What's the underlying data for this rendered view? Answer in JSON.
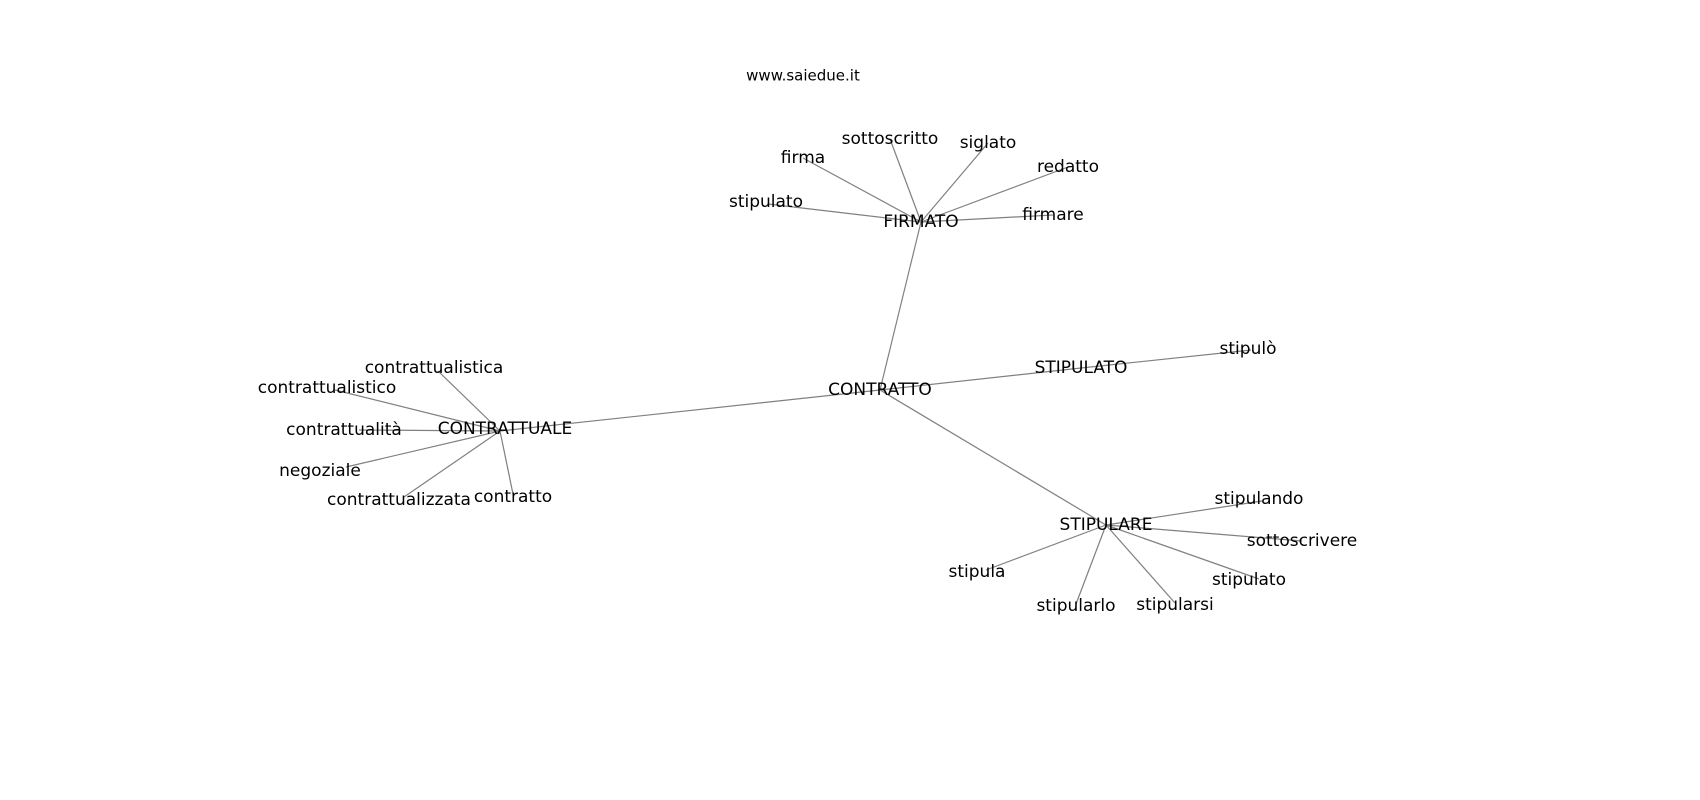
{
  "title": "www.saiedue.it",
  "graph": {
    "nodes": [
      {
        "id": "contratto_hub",
        "label": "CONTRATTO"
      },
      {
        "id": "firmato",
        "label": "FIRMATO"
      },
      {
        "id": "stipulato_hub",
        "label": "STIPULATO"
      },
      {
        "id": "contrattuale",
        "label": "CONTRATTUALE"
      },
      {
        "id": "stipulare",
        "label": "STIPULARE"
      },
      {
        "id": "stipulo",
        "label": "stipulò"
      },
      {
        "id": "firma",
        "label": "firma"
      },
      {
        "id": "sottoscritto",
        "label": "sottoscritto"
      },
      {
        "id": "siglato",
        "label": "siglato"
      },
      {
        "id": "redatto",
        "label": "redatto"
      },
      {
        "id": "firmare",
        "label": "firmare"
      },
      {
        "id": "stipulato_f",
        "label": "stipulato"
      },
      {
        "id": "contrattualistica",
        "label": "contrattualistica"
      },
      {
        "id": "contrattualistico",
        "label": "contrattualistico"
      },
      {
        "id": "contrattualita",
        "label": "contrattualità"
      },
      {
        "id": "negoziale",
        "label": "negoziale"
      },
      {
        "id": "contrattualizzata",
        "label": "contrattualizzata"
      },
      {
        "id": "contratto",
        "label": "contratto"
      },
      {
        "id": "stipulando",
        "label": "stipulando"
      },
      {
        "id": "sottoscrivere",
        "label": "sottoscrivere"
      },
      {
        "id": "stipulato_s",
        "label": "stipulato"
      },
      {
        "id": "stipularsi",
        "label": "stipularsi"
      },
      {
        "id": "stipularlo",
        "label": "stipularlo"
      },
      {
        "id": "stipula",
        "label": "stipula"
      }
    ],
    "edges": [
      [
        "contratto_hub",
        "firmato"
      ],
      [
        "contratto_hub",
        "stipulato_hub"
      ],
      [
        "contratto_hub",
        "contrattuale"
      ],
      [
        "contratto_hub",
        "stipulare"
      ],
      [
        "stipulato_hub",
        "stipulo"
      ],
      [
        "firmato",
        "firma"
      ],
      [
        "firmato",
        "sottoscritto"
      ],
      [
        "firmato",
        "siglato"
      ],
      [
        "firmato",
        "redatto"
      ],
      [
        "firmato",
        "firmare"
      ],
      [
        "firmato",
        "stipulato_f"
      ],
      [
        "contrattuale",
        "contrattualistica"
      ],
      [
        "contrattuale",
        "contrattualistico"
      ],
      [
        "contrattuale",
        "contrattualita"
      ],
      [
        "contrattuale",
        "negoziale"
      ],
      [
        "contrattuale",
        "contrattualizzata"
      ],
      [
        "contrattuale",
        "contratto"
      ],
      [
        "stipulare",
        "stipulando"
      ],
      [
        "stipulare",
        "sottoscrivere"
      ],
      [
        "stipulare",
        "stipulato_s"
      ],
      [
        "stipulare",
        "stipularsi"
      ],
      [
        "stipulare",
        "stipularlo"
      ],
      [
        "stipulare",
        "stipula"
      ]
    ]
  }
}
